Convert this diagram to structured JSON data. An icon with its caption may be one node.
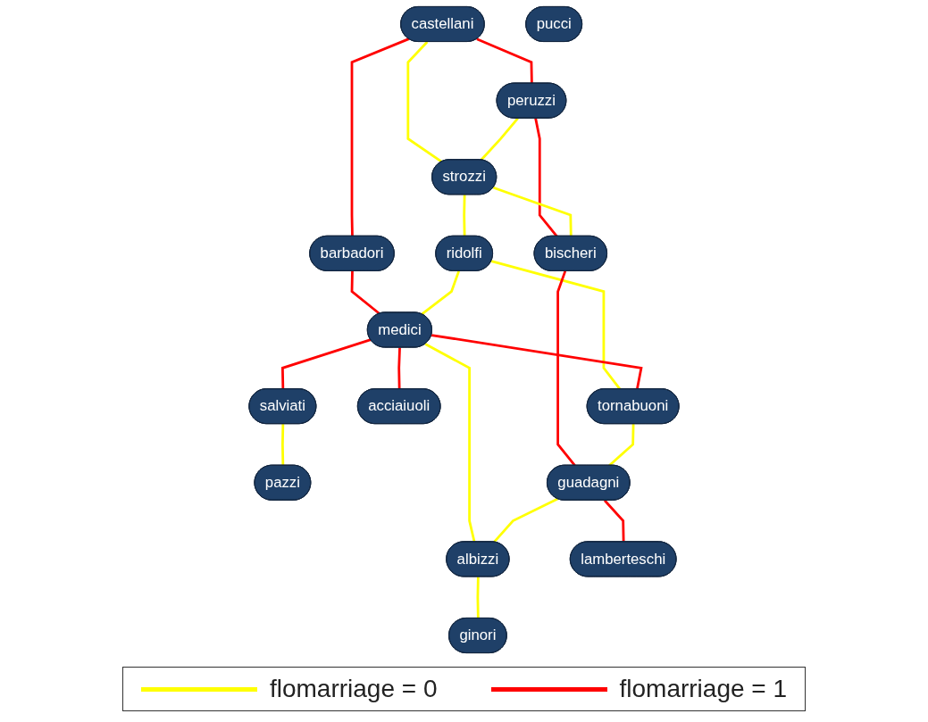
{
  "diagram": {
    "nodes": [
      {
        "text": [
          "castellani"
        ]
      },
      {
        "text": [
          "peruzzi"
        ]
      },
      {
        "text": [
          "strozzi"
        ]
      },
      {
        "text": [
          "barbadori"
        ]
      },
      {
        "text": [
          "ridolfi"
        ]
      },
      {
        "text": [
          "pazzi"
        ]
      },
      {
        "text": [
          "salviati"
        ]
      },
      {
        "text": [
          "acciaiuoli"
        ]
      },
      {
        "text": [
          "medici"
        ]
      },
      {
        "text": [
          "bischeri"
        ]
      },
      {
        "text": [
          "tornabuoni"
        ]
      },
      {
        "text": [
          "guadagni"
        ]
      },
      {
        "text": [
          "albizzi"
        ]
      },
      {
        "text": [
          "lamberteschi"
        ]
      },
      {
        "text": [
          "ginori"
        ]
      },
      {
        "text": [
          "pucci"
        ]
      }
    ],
    "edges": [
      {
        "from": 0,
        "to": 1,
        "arrow": "none",
        "color": "#ff0000"
      },
      {
        "from": 0,
        "to": 2,
        "arrow": "none",
        "color": "#ffff00"
      },
      {
        "from": 0,
        "to": 3,
        "arrow": "none",
        "color": "#ff0000"
      },
      {
        "from": 1,
        "to": 2,
        "arrow": "none",
        "color": "#ffff00"
      },
      {
        "from": 1,
        "to": 9,
        "arrow": "none",
        "color": "#ff0000"
      },
      {
        "from": 2,
        "to": 9,
        "arrow": "none",
        "color": "#ffff00"
      },
      {
        "from": 2,
        "to": 4,
        "arrow": "none",
        "color": "#ffff00"
      },
      {
        "from": 3,
        "to": 8,
        "arrow": "none",
        "color": "#ff0000"
      },
      {
        "from": 4,
        "to": 8,
        "arrow": "none",
        "color": "#ffff00"
      },
      {
        "from": 4,
        "to": 10,
        "arrow": "none",
        "color": "#ffff00"
      },
      {
        "from": 8,
        "to": 7,
        "arrow": "none",
        "color": "#ff0000"
      },
      {
        "from": 8,
        "to": 6,
        "arrow": "none",
        "color": "#ff0000"
      },
      {
        "from": 6,
        "to": 5,
        "arrow": "none",
        "color": "#ffff00"
      },
      {
        "from": 8,
        "to": 10,
        "arrow": "none",
        "color": "#ff0000"
      },
      {
        "from": 8,
        "to": 12,
        "arrow": "none",
        "color": "#ffff00"
      },
      {
        "from": 9,
        "to": 11,
        "arrow": "none",
        "color": "#ff0000"
      },
      {
        "from": 10,
        "to": 11,
        "arrow": "none",
        "color": "#ffff00"
      },
      {
        "from": 11,
        "to": 12,
        "arrow": "none",
        "color": "#ffff00"
      },
      {
        "from": 11,
        "to": 13,
        "arrow": "none",
        "color": "#ff0000"
      },
      {
        "from": 12,
        "to": 14,
        "arrow": "none",
        "color": "#ffff00"
      }
    ],
    "legend": [
      {
        "text": "flomarriage = 0",
        "color": "#ffff00"
      },
      {
        "text": "flomarriage = 1",
        "color": "#ff0000"
      }
    ]
  }
}
